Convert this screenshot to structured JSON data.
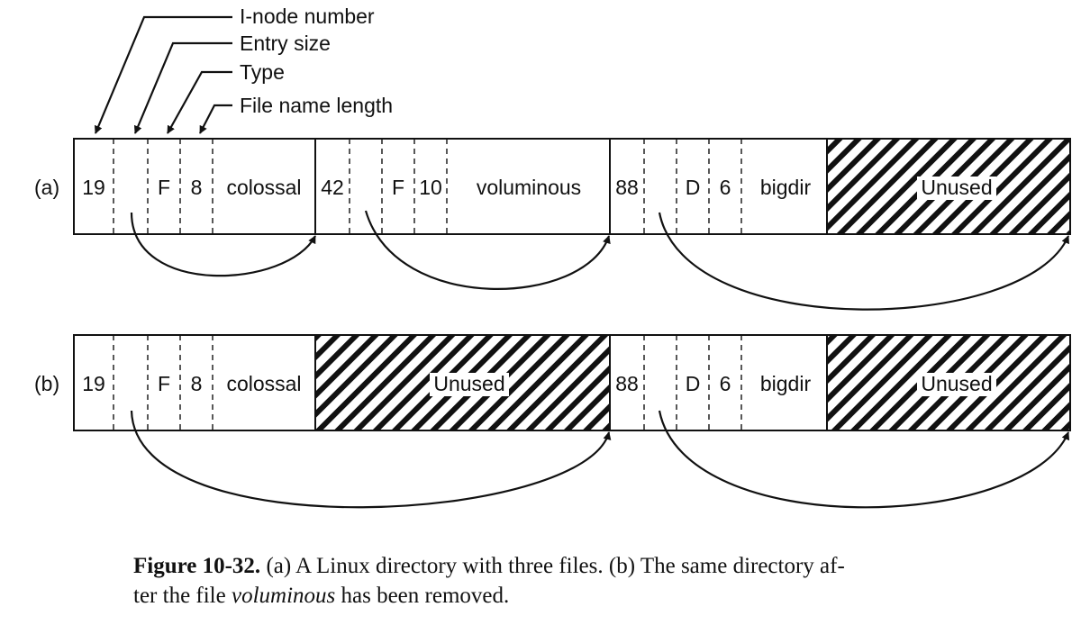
{
  "legend": {
    "inode": "I-node number",
    "entry_size": "Entry size",
    "type": "Type",
    "name_length": "File name length"
  },
  "row_a": {
    "label": "(a)",
    "entries": [
      {
        "inode": "19",
        "type": "F",
        "length": "8",
        "name": "colossal"
      },
      {
        "inode": "42",
        "type": "F",
        "length": "10",
        "name": "voluminous"
      },
      {
        "inode": "88",
        "type": "D",
        "length": "6",
        "name": "bigdir"
      }
    ],
    "unused": [
      "Unused"
    ]
  },
  "row_b": {
    "label": "(b)",
    "entries": [
      {
        "inode": "19",
        "type": "F",
        "length": "8",
        "name": "colossal"
      },
      {
        "inode": "88",
        "type": "D",
        "length": "6",
        "name": "bigdir"
      }
    ],
    "unused": [
      "Unused",
      "Unused"
    ]
  },
  "caption": {
    "figure": "Figure 10-32.",
    "part1": "(a) A Linux directory with three files. (b) The same directory af-",
    "part2_pre": "ter the file ",
    "part2_italic": "voluminous",
    "part2_post": " has been removed."
  }
}
